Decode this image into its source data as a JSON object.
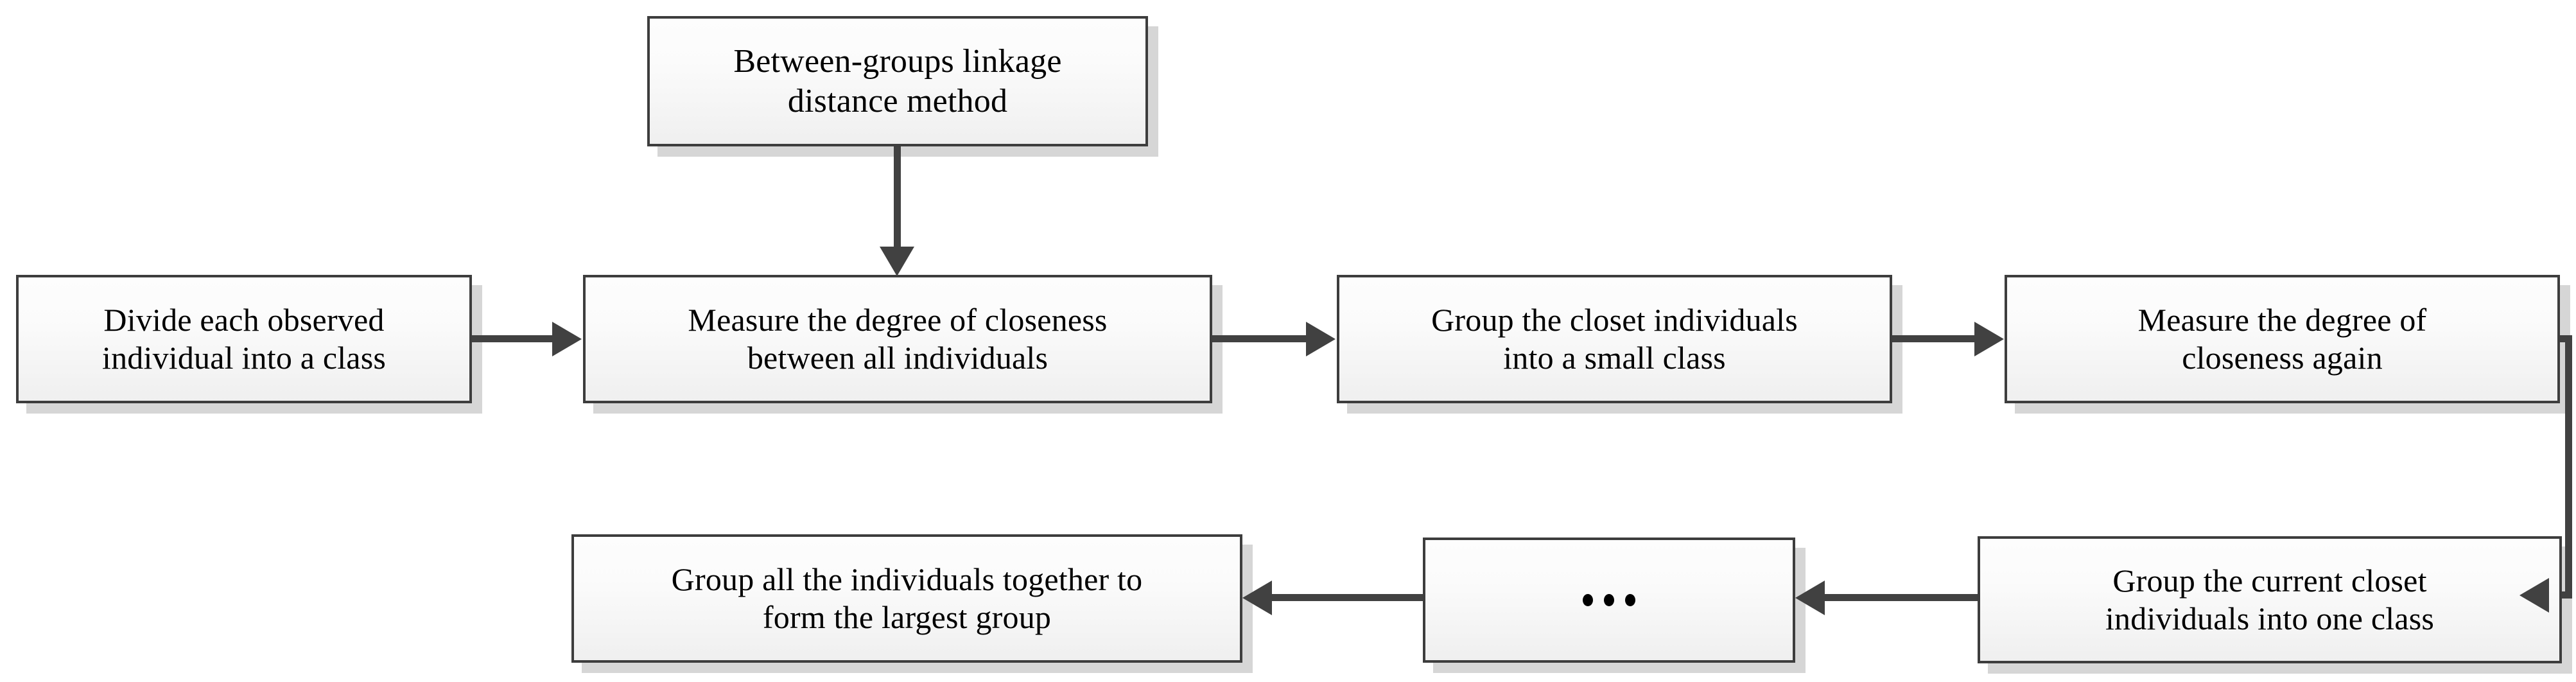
{
  "diagram": {
    "title": "Hierarchical clustering procedure flowchart",
    "colors": {
      "box_border": "#3d3d3d",
      "box_fill_top": "#fdfdfd",
      "box_fill_bottom": "#efefef",
      "connector": "#414141",
      "shadow": "#cfcfcf",
      "text": "#000000",
      "background": "#ffffff"
    },
    "method_note": {
      "label": "Between-groups linkage\ndistance method"
    },
    "row1": [
      {
        "id": "divide",
        "label": "Divide each observed\nindividual into a class"
      },
      {
        "id": "measure-all",
        "label": "Measure the degree of closeness\nbetween all individuals"
      },
      {
        "id": "group-small",
        "label": "Group the closet individuals\ninto a small class"
      },
      {
        "id": "measure-again",
        "label": "Measure the degree of\ncloseness again"
      }
    ],
    "row2": [
      {
        "id": "group-largest",
        "label": "Group all the individuals together to\nform the largest group"
      },
      {
        "id": "ellipsis",
        "label": "..."
      },
      {
        "id": "group-one-class",
        "label": "Group the current closet\nindividuals into one class"
      }
    ],
    "connectors": [
      {
        "id": "note-to-measure-all",
        "from": "method-note",
        "to": "measure-all",
        "direction": "down"
      },
      {
        "id": "divide-to-measure-all",
        "from": "divide",
        "to": "measure-all",
        "direction": "right"
      },
      {
        "id": "measure-all-to-group-small",
        "from": "measure-all",
        "to": "group-small",
        "direction": "right"
      },
      {
        "id": "group-small-to-measure-again",
        "from": "group-small",
        "to": "measure-again",
        "direction": "right"
      },
      {
        "id": "measure-again-to-group-one-class",
        "from": "measure-again",
        "to": "group-one-class",
        "direction": "wrap-right-down-left"
      },
      {
        "id": "group-one-class-to-ellipsis",
        "from": "group-one-class",
        "to": "ellipsis",
        "direction": "left"
      },
      {
        "id": "ellipsis-to-group-largest",
        "from": "ellipsis",
        "to": "group-largest",
        "direction": "left"
      }
    ]
  }
}
